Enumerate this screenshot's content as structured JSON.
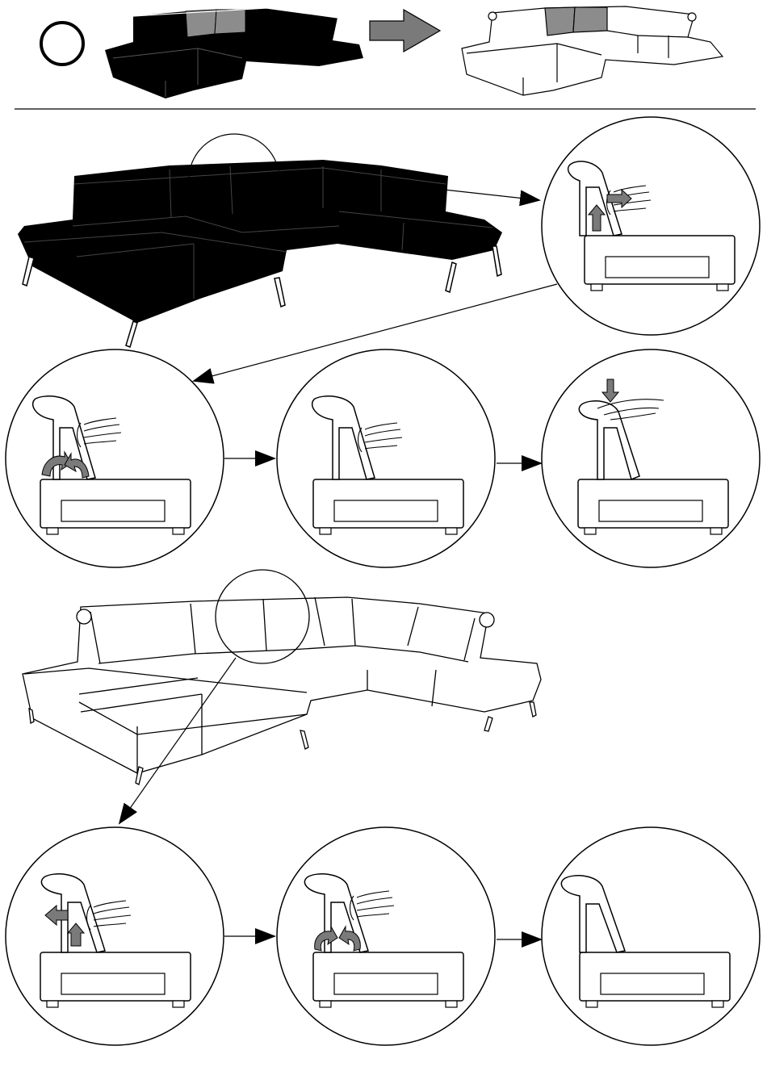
{
  "figure": {
    "kind": "assembly-instruction",
    "subject": "sectional-sofa-headrest-adjustment",
    "colors": {
      "ink": "#000000",
      "paper": "#ffffff",
      "highlight": "#8c8c8c",
      "arrow_fill": "#7a7a7a"
    },
    "header": {
      "symbol": "circle-icon",
      "transition": "right-arrow-icon",
      "states": [
        "sofa-dark",
        "sofa-outline"
      ]
    },
    "sequences": [
      {
        "name": "raise-headrest",
        "steps": [
          "lift-and-pull",
          "rotate-back",
          "release",
          "press-down"
        ]
      },
      {
        "name": "lower-headrest",
        "steps": [
          "pull-and-lift",
          "rotate-forward",
          "folded"
        ]
      }
    ]
  }
}
